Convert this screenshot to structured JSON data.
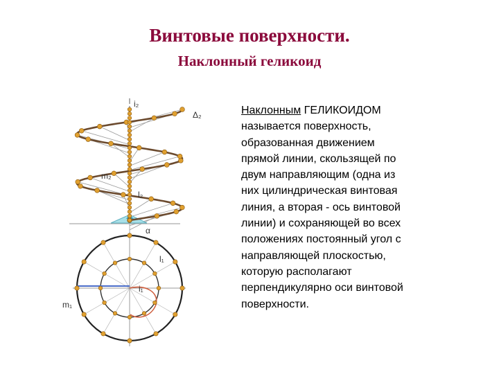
{
  "title": "Винтовые  поверхности.",
  "subtitle": "Наклонный геликоид",
  "description": {
    "lead": "Наклонным",
    "text": " ГЕЛИКОИДОМ\nназывается поверхность,\nобразованная движением\nпрямой линии, скользящей по\nдвум направляющим (одна из\nних цилиндрическая винтовая\nлиния, а вторая - ось винтовой\nлинии) и сохраняющей во всех\nположениях постоянный угол  с\nнаправляющей плоскостью,\nкоторую располагают\nперпендикулярно оси винтовой\nповерхности."
  },
  "figure_labels": {
    "i2_top": "i₂",
    "delta2": "Δ₂",
    "m2": "m₂",
    "l2": "l₂",
    "alpha": "α",
    "l1": "l₁",
    "i1": "i₁",
    "m1": "m₁"
  },
  "colors": {
    "title": "#8b0a3c",
    "helix": "#6b4a2e",
    "points": "#e0a030",
    "cone": "#a8e0e8",
    "generators": "#9a9a9a",
    "spiral": "#d06040"
  }
}
